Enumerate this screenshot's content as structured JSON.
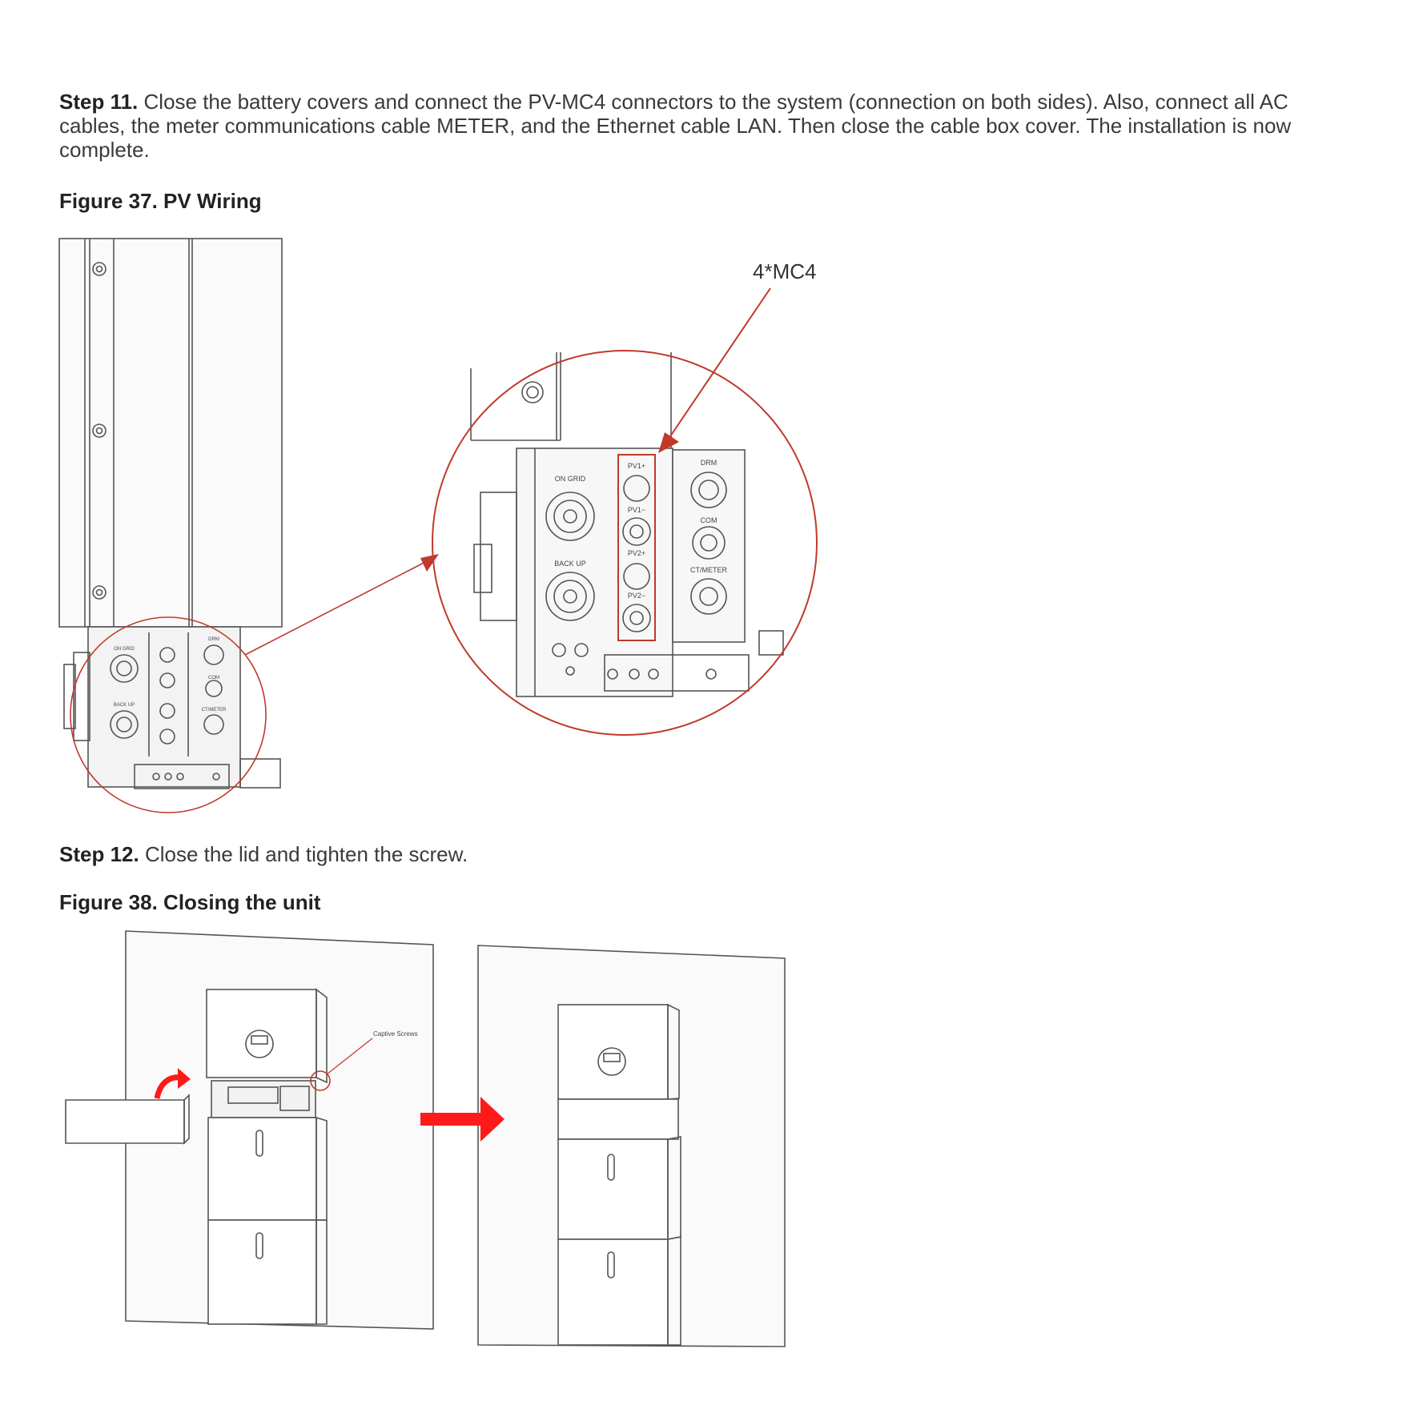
{
  "step11": {
    "label": "Step 11.",
    "text": "Close the battery covers and connect the PV-MC4 connectors to the system (connection on both sides). Also, connect all AC cables, the meter communications cable METER, and the Ethernet cable LAN. Then close the cable box cover. The installation is now complete."
  },
  "figure37": {
    "caption": "Figure 37.  PV Wiring",
    "callout": "4*MC4",
    "labels": {
      "on_grid": "ON GRID",
      "back_up": "BACK UP",
      "pv1_plus": "PV1+",
      "pv1_minus": "PV1−",
      "pv2_plus": "PV2+",
      "pv2_minus": "PV2−",
      "drm": "DRM",
      "com": "COM",
      "ctmeter": "CT/METER"
    },
    "accent_color": "#c0392b"
  },
  "step12": {
    "label": "Step 12.",
    "text": "Close the lid and tighten the screw."
  },
  "figure38": {
    "caption": "Figure 38.  Closing the unit",
    "callout": "Captive Screws",
    "arrow_color": "#ff1a1a"
  }
}
